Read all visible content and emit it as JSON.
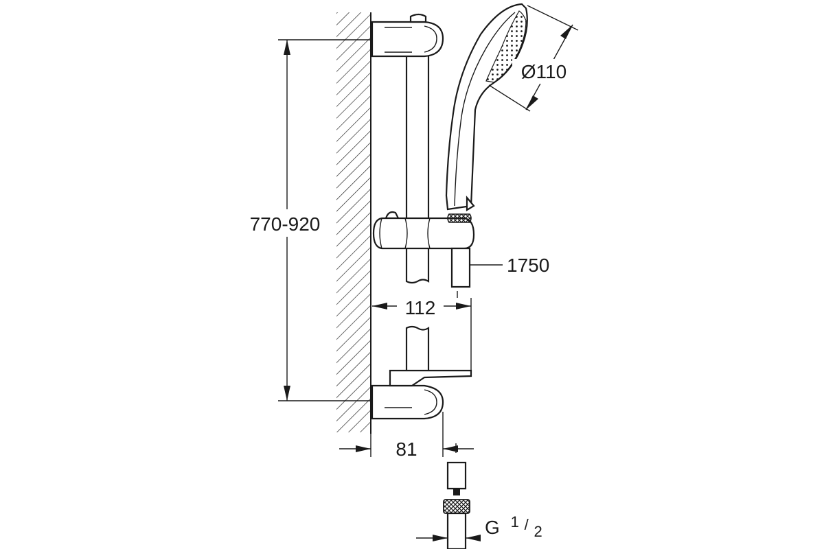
{
  "dimensions": {
    "height_range": "770-920",
    "head_diameter": "Ø110",
    "hose_length": "1750",
    "slider_offset": "112",
    "wall_offset": "81",
    "thread_main": "G",
    "thread_num": "1",
    "thread_den": "2"
  }
}
